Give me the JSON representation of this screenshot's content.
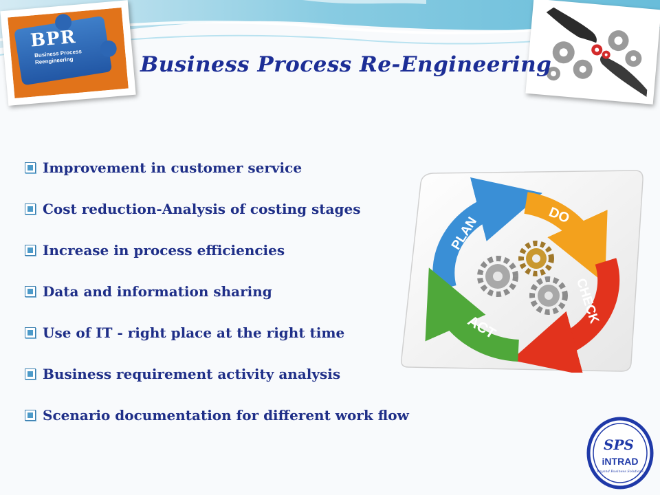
{
  "slide": {
    "title": "Business Process Re-Engineering",
    "bullets": [
      "Improvement in customer service",
      "Cost reduction-Analysis of costing stages",
      "Increase in process efficiencies",
      "Data and information sharing",
      "Use of IT - right place at the right time",
      "Business requirement activity analysis",
      "Scenario documentation for different work flow"
    ]
  },
  "bpr_image": {
    "main": "BPR",
    "sub_line1": "Business Process",
    "sub_line2": "Reengineering"
  },
  "pdca": {
    "plan": "PLAN",
    "do": "DO",
    "check": "CHECK",
    "act": "ACT"
  },
  "logo": {
    "mark": "SPS",
    "name": "iNTRAD",
    "tagline": "Beyond Business Solutions"
  },
  "colors": {
    "title": "#1c2e96",
    "bullet_text": "#1f2f88",
    "plan": "#3a8fd6",
    "do": "#f3a11d",
    "check": "#e2331d",
    "act": "#4fa83a",
    "logo_blue": "#1f39a8"
  }
}
